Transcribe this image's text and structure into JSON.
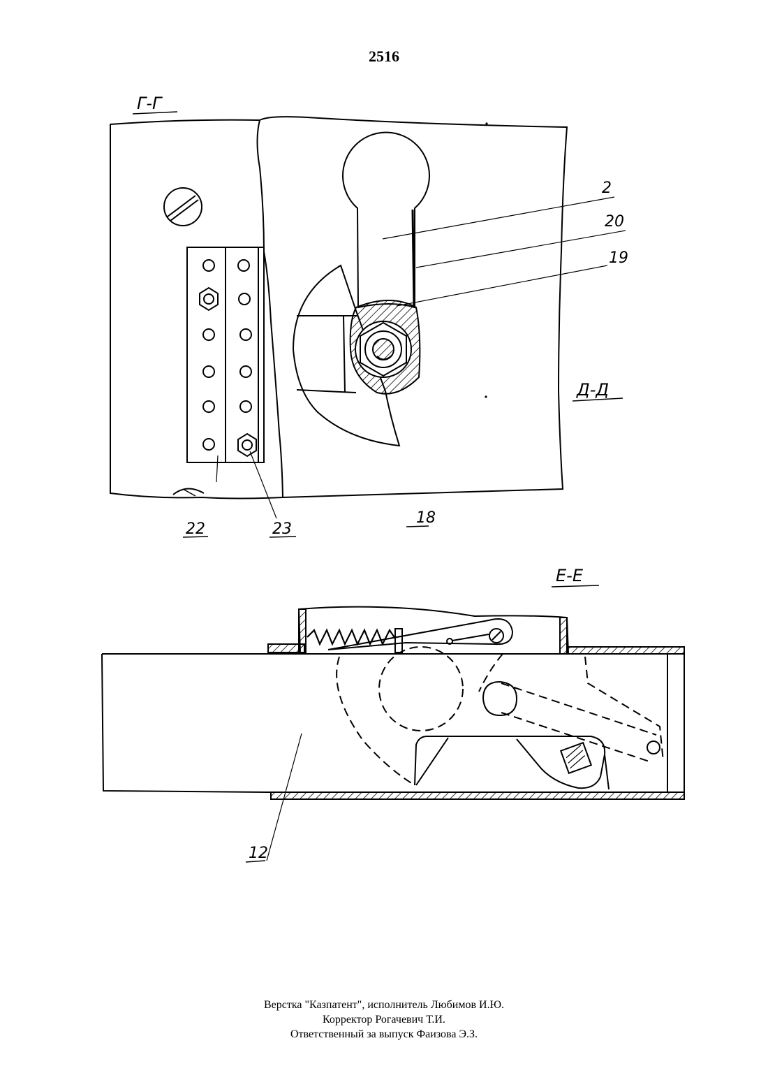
{
  "page_number": "2516",
  "figure_top": {
    "section_label": "Г-Г",
    "view_label": "Д-Д",
    "callouts": [
      "2",
      "20",
      "19",
      "22",
      "23",
      "18"
    ]
  },
  "figure_bottom": {
    "section_label": "Е-Е",
    "callouts": [
      "12"
    ]
  },
  "footer": {
    "line1": "Верстка \"Казпатент\", исполнитель Любимов И.Ю.",
    "line2": "Корректор Рогачевич Т.И.",
    "line3": "Ответственный за выпуск Фаизова Э.З."
  }
}
